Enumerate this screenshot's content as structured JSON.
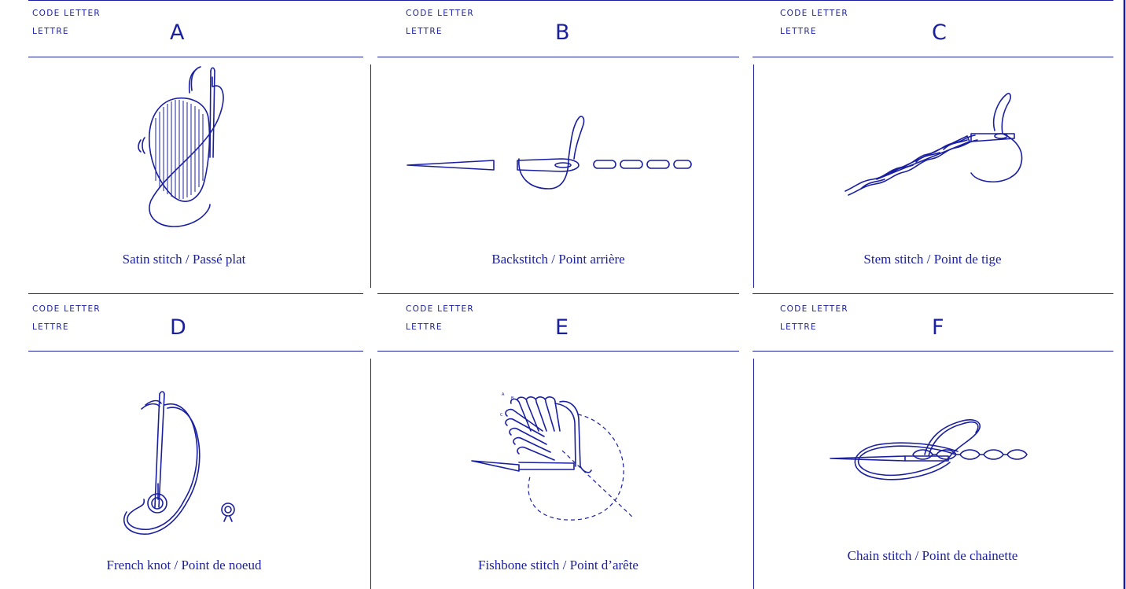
{
  "header_label_line1": "code letter",
  "header_label_line2": "lettre",
  "stitches": [
    {
      "code": "A",
      "caption": "Satin stitch / Passé plat",
      "icon": "satin-stitch-illustration"
    },
    {
      "code": "B",
      "caption": "Backstitch / Point arrière",
      "icon": "backstitch-illustration"
    },
    {
      "code": "C",
      "caption": "Stem stitch / Point de tige",
      "icon": "stem-stitch-illustration"
    },
    {
      "code": "D",
      "caption": "French knot / Point de noeud",
      "icon": "french-knot-illustration"
    },
    {
      "code": "E",
      "caption": "Fishbone stitch  / Point d’arête",
      "icon": "fishbone-stitch-illustration"
    },
    {
      "code": "F",
      "caption": "Chain stitch / Point de chainette",
      "icon": "chain-stitch-illustration"
    }
  ],
  "fishbone_point_labels": [
    "A",
    "B",
    "C"
  ],
  "colors": {
    "ink": "#1a1fa0",
    "background": "#ffffff"
  }
}
